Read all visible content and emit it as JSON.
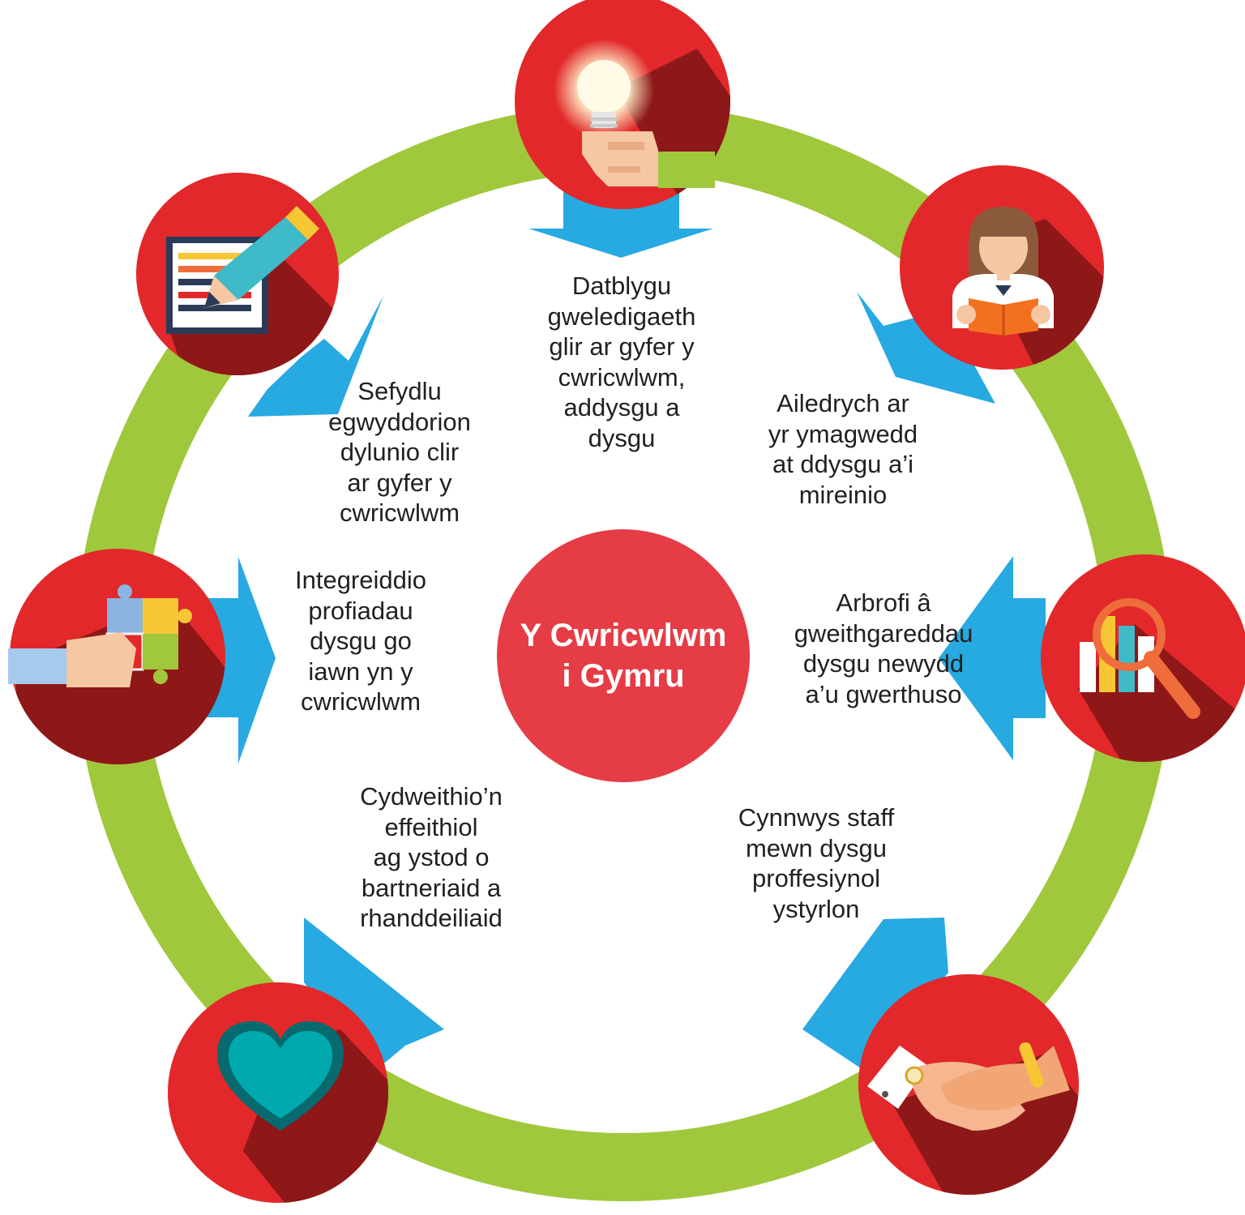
{
  "center": {
    "line1": "Y Cwricwlwm",
    "line2": "i Gymru"
  },
  "steps": [
    {
      "icon": "lightbulb-hand-icon",
      "lines": [
        "Datblygu",
        "gweledigaeth",
        "glir ar gyfer y",
        "cwricwlwm,",
        "addysgu a",
        "dysgu"
      ]
    },
    {
      "icon": "girl-reading-book-icon",
      "lines": [
        "Ailedrych ar",
        "yr ymagwedd",
        "at ddysgu a’i",
        "mireinio"
      ]
    },
    {
      "icon": "magnifier-bar-chart-icon",
      "lines": [
        "Arbrofi â",
        "gweithgareddau",
        "dysgu newydd",
        "a’u gwerthuso"
      ]
    },
    {
      "icon": "handshake-icon",
      "lines": [
        "Cynnwys staff",
        "mewn dysgu",
        "proffesiynol",
        "ystyrlon"
      ]
    },
    {
      "icon": "heart-icon",
      "lines": [
        "Cydweithio’n",
        "effeithiol",
        "ag ystod o",
        "bartneriaid a",
        "rhanddeiliaid"
      ]
    },
    {
      "icon": "puzzle-hand-icon",
      "lines": [
        "Integreiddio",
        "profiadau",
        "dysgu go",
        "iawn yn y",
        "cwricwlwm"
      ]
    },
    {
      "icon": "pencil-document-icon",
      "lines": [
        "Sefydlu",
        "egwyddorion",
        "dylunio clir",
        "ar gyfer y",
        "cwricwlwm"
      ]
    }
  ],
  "colors": {
    "ring": "#a0c83c",
    "circle_red": "#e2282a",
    "shadow_red": "#8e1718",
    "center_red": "#e63c45",
    "arrow_blue": "#27a9e1",
    "text": "#231f20"
  }
}
